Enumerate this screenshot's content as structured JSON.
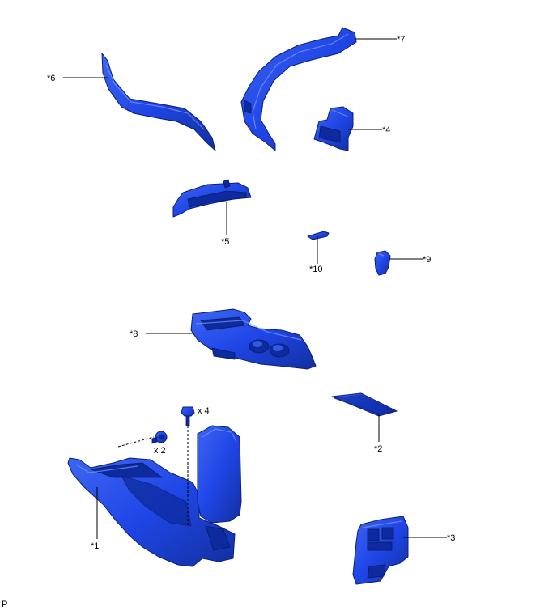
{
  "labels": {
    "p1": "*1",
    "p2": "*2",
    "p3": "*3",
    "p4": "*4",
    "p5": "*5",
    "p6": "*6",
    "p7": "*7",
    "p8": "*8",
    "p9": "*9",
    "p10": "*10"
  },
  "quantities": {
    "clip": "x 2",
    "screw": "x 4"
  },
  "footer": {
    "code": "P"
  },
  "colors": {
    "part_fill": "#1f46e6",
    "part_edge": "#0b1e78",
    "leader": "#000000"
  }
}
